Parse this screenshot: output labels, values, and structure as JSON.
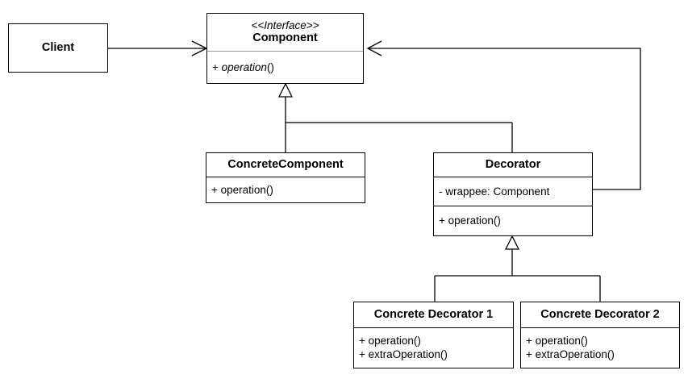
{
  "client": {
    "title": "Client"
  },
  "component": {
    "stereotype": "<<Interface>>",
    "title": "Component",
    "op_prefix": "+ ",
    "op_name": "operation",
    "op_suffix": "()"
  },
  "concrete_component": {
    "title": "ConcreteComponent",
    "methods": [
      "+ operation()"
    ]
  },
  "decorator": {
    "title": "Decorator",
    "fields": [
      "- wrappee: Component"
    ],
    "methods": [
      "+ operation()"
    ]
  },
  "concrete_decorator_1": {
    "title": "Concrete Decorator 1",
    "methods": [
      "+ operation()",
      "+ extraOperation()"
    ]
  },
  "concrete_decorator_2": {
    "title": "Concrete Decorator 2",
    "methods": [
      "+ operation()",
      "+ extraOperation()"
    ]
  }
}
